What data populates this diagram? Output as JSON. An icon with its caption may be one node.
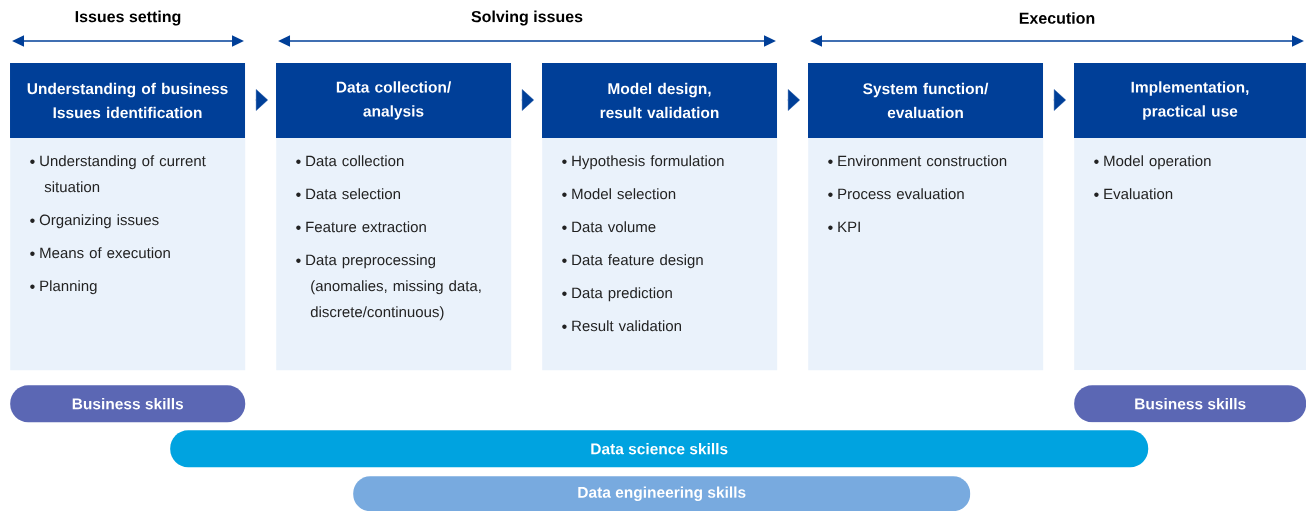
{
  "diagram": {
    "nodes": [
      {
        "text": [
          "Understanding of business Issues identification",
          "Understanding of current situation",
          "Organizing issues",
          "Means of execution",
          "Planning"
        ]
      },
      {
        "text": [
          "Data collection/ analysis",
          "Data collection",
          "Data selection",
          "Feature extraction",
          "Data preprocessing (anomalies, missing data, discrete/continuous)"
        ]
      },
      {
        "text": [
          "Model design, result validation",
          "Hypothesis formulation",
          "Model selection",
          "Data volume",
          "Data feature design",
          "Data prediction",
          "Result validation"
        ]
      },
      {
        "text": [
          "System function/ evaluation",
          "Environment construction",
          "Process evaluation",
          "KPI"
        ]
      },
      {
        "text": [
          "Implementation, practical use",
          "Model operation",
          "Evaluation"
        ]
      },
      {
        "text": [
          "Business skills"
        ]
      },
      {
        "text": [
          "Business skills"
        ]
      },
      {
        "text": [
          "Data science skills"
        ]
      },
      {
        "text": [
          "Data engineering skills"
        ]
      }
    ],
    "edges": [
      {
        "from": 0,
        "to": 1,
        "arrow": "to"
      },
      {
        "from": 1,
        "to": 2,
        "arrow": "to"
      },
      {
        "from": 2,
        "to": 3,
        "arrow": "to"
      },
      {
        "from": 3,
        "to": 4,
        "arrow": "to"
      }
    ],
    "labels": [
      "Issues setting",
      "Solving issues",
      "Execution"
    ]
  }
}
